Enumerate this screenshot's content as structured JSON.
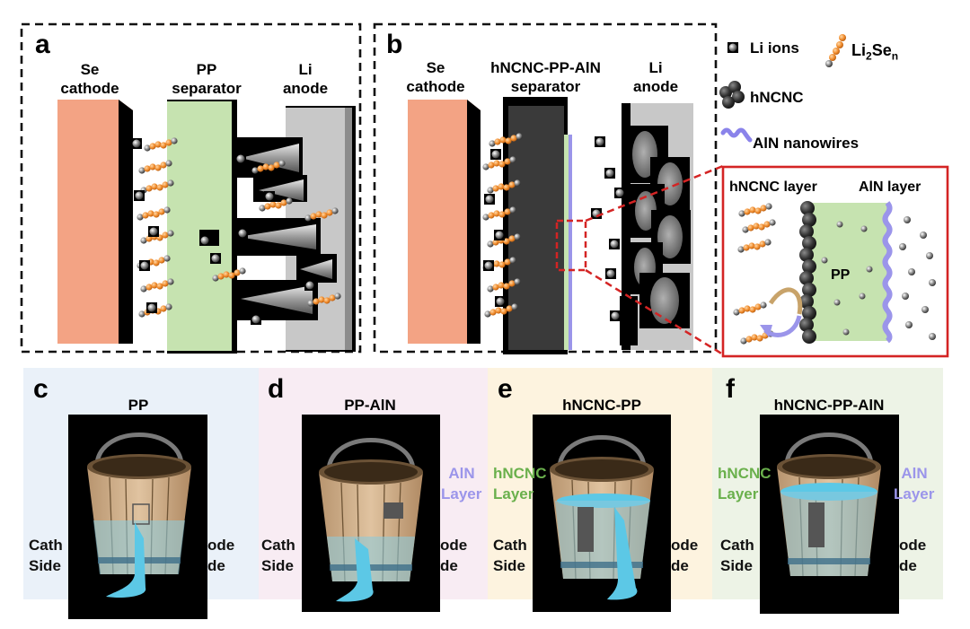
{
  "panel_letters": {
    "a": "a",
    "b": "b",
    "c": "c",
    "d": "d",
    "e": "e",
    "f": "f"
  },
  "panel_a": {
    "se_cathode": [
      "Se",
      "cathode"
    ],
    "pp_separator": [
      "PP",
      "separator"
    ],
    "li_anode": [
      "Li",
      "anode"
    ]
  },
  "panel_b": {
    "se_cathode": [
      "Se",
      "cathode"
    ],
    "hncnc_separator": [
      "hNCNC-PP-AlN",
      "separator"
    ],
    "li_anode": [
      "Li",
      "anode"
    ]
  },
  "legend": {
    "li_ions": "Li ions",
    "li2sen_main": "Li",
    "li2sen_sub2": "2",
    "li2sen_se": "Se",
    "li2sen_subn": "n",
    "hncnc": "hNCNC",
    "aln_nanowires": "AlN nanowires"
  },
  "inset": {
    "hncnc_layer": "hNCNC layer",
    "aln_layer": "AlN layer",
    "pp": "PP"
  },
  "buckets": [
    {
      "title": "PP",
      "left_lines": [
        "Cath",
        "Side"
      ],
      "right_lines": [
        "ode",
        "de"
      ],
      "left_label": [],
      "right_label": []
    },
    {
      "title": "PP-AlN",
      "left_lines": [
        "Cath",
        "Side"
      ],
      "right_lines": [
        "ode",
        "de"
      ],
      "left_label": [],
      "right_label": [
        "AlN",
        "Layer"
      ]
    },
    {
      "title": "hNCNC-PP",
      "left_lines": [
        "Cath",
        "Side"
      ],
      "right_lines": [
        "ode",
        "de"
      ],
      "left_label": [
        "hNCNC",
        "Layer"
      ],
      "right_label": []
    },
    {
      "title": "hNCNC-PP-AlN",
      "left_lines": [
        "Cath",
        "Side"
      ],
      "right_lines": [
        "ode",
        "de"
      ],
      "left_label": [
        "hNCNC",
        "Layer"
      ],
      "right_label": [
        "AlN",
        "Layer"
      ]
    }
  ],
  "colors": {
    "cathode": "#f3a384",
    "pp_green": "#c6e3b0",
    "li_gray": "#c8c8c8",
    "red_frame": "#d42424",
    "hncnc_label": "#6ab04c",
    "aln_label": "#9b95ea",
    "water": "#5cc8e6",
    "bg_c": "#eaf1f9",
    "bg_d": "#f8ecf3",
    "bg_e": "#fdf3df",
    "bg_f": "#edf3e6"
  }
}
